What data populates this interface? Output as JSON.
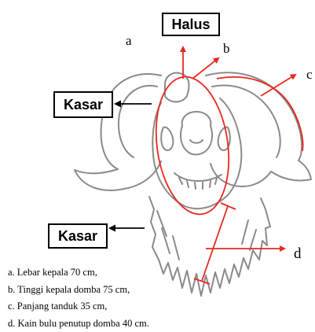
{
  "labels": {
    "halus": "Halus",
    "kasar_top": "Kasar",
    "kasar_bottom": "Kasar",
    "a": "a",
    "b": "b",
    "c": "c",
    "d": "d"
  },
  "captions": [
    "a. Lebar kepala 70 cm,",
    "b. Tinggi kepala domba 75 cm,",
    "c. Panjang tanduk 35 cm,",
    "d. Kain bulu penutup domba 40 cm."
  ],
  "colors": {
    "annotation": "#e8281f",
    "drawing": "#8a8a8a",
    "text": "#000000"
  }
}
